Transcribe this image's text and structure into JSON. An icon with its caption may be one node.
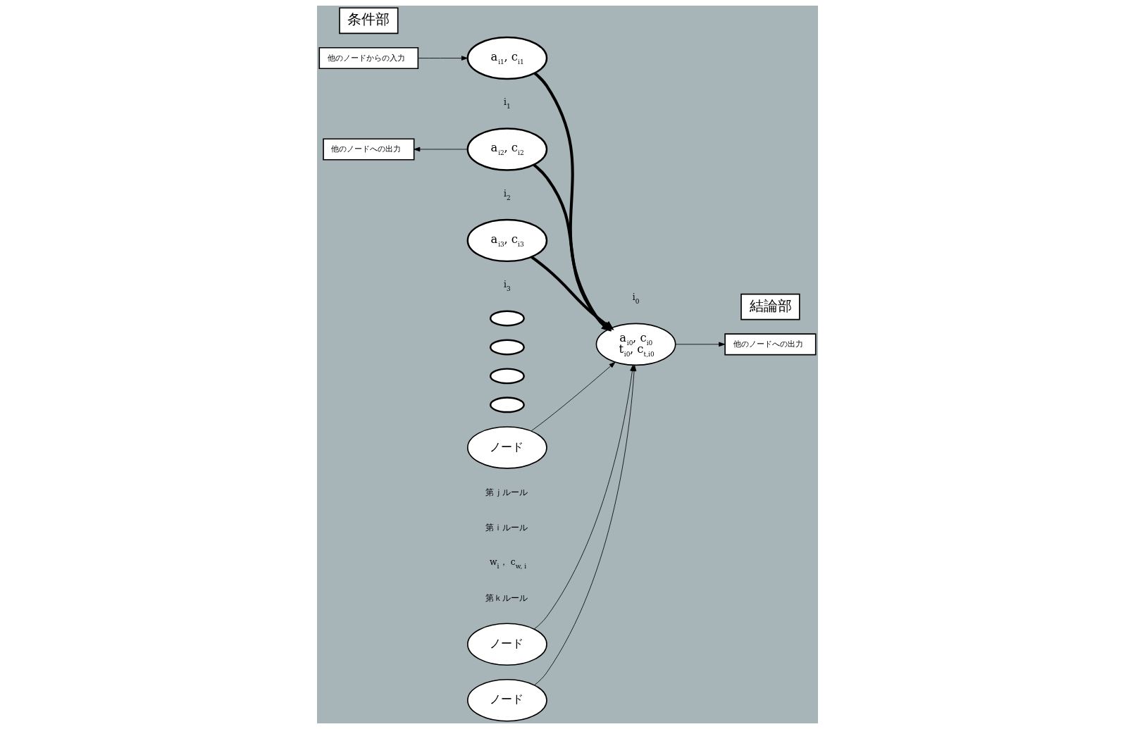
{
  "diagram": {
    "nodes": [
      {
        "text": [
          "他のノードからの入力"
        ]
      },
      {
        "text": [
          "他のノードへの出力"
        ]
      },
      {
        "text": [
          "条件部"
        ]
      },
      {
        "text": [
          "結論部"
        ]
      },
      {
        "text": [
          "a$_{i1}$, c$_{i1}$"
        ]
      },
      {
        "text": [
          "a$_{i2}$, c$_{i2}$"
        ]
      },
      {
        "text": [
          "a$_{i3}$, c$_{i3}$"
        ]
      },
      {
        "text": [],
        "shape": "ellipse"
      },
      {
        "text": [],
        "shape": "ellipse"
      },
      {
        "text": [],
        "shape": "ellipse"
      },
      {
        "text": [],
        "shape": "ellipse"
      },
      {
        "text": [
          "ノード"
        ]
      },
      {
        "text": [
          "a$_{i0}$, c$_{i0}$",
          "t$_{i0}$, c$_{t,i0}$"
        ]
      },
      {
        "text": [
          "ノード"
        ]
      },
      {
        "text": [
          "ノード"
        ]
      },
      {
        "text": [
          "他のノードへの出力"
        ]
      }
    ],
    "edges": [
      {
        "from": 0,
        "to": 4,
        "arrow": "to"
      },
      {
        "from": 5,
        "to": 15,
        "arrow": "to"
      },
      {
        "from": 4,
        "to": 12,
        "arrow": "to",
        "style": "thick"
      },
      {
        "from": 5,
        "to": 12,
        "arrow": "to",
        "style": "thick"
      },
      {
        "from": 6,
        "to": 12,
        "arrow": "to",
        "style": "thick"
      },
      {
        "from": 11,
        "to": 12,
        "arrow": "to"
      },
      {
        "from": 13,
        "to": 12,
        "arrow": "to"
      },
      {
        "from": 14,
        "to": 12,
        "arrow": "to"
      },
      {
        "from": 12,
        "to": 1,
        "arrow": "to"
      }
    ],
    "labels": [
      "i$_{1}$",
      "第ｊルール",
      "第ｉルール",
      "i$_{0}$",
      "i$_{2}$",
      "w$_{i}$， c$_{w, i}$",
      "第ｋルール",
      "i$_{3}$"
    ]
  }
}
